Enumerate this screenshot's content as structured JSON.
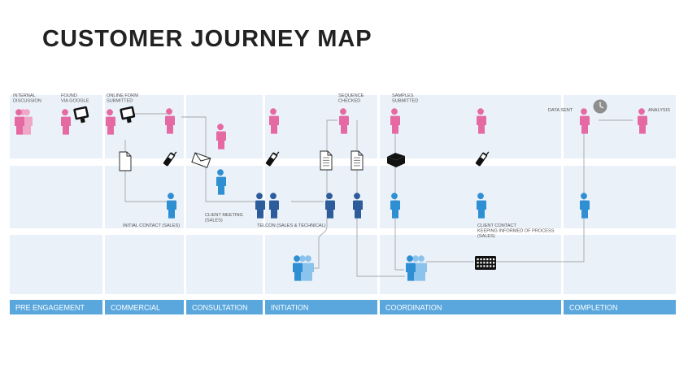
{
  "title": "CUSTOMER JOURNEY MAP",
  "colors": {
    "pink": "#e56aa3",
    "pink_light": "#f0a6c7",
    "blue": "#2e8fd3",
    "blue_dark": "#2c5c9c",
    "blue_light": "#8cc3ec",
    "lane_bg": "#eaf1f9",
    "phase_bar": "#5aa7dd",
    "connector": "#a7a7a7"
  },
  "phases": [
    "PRE ENGAGEMENT",
    "COMMERCIAL",
    "CONSULTATION",
    "INITIATION",
    "COORDINATION",
    "COMPLETION"
  ],
  "labels": {
    "internal_discussion": [
      "INTERNAL",
      "DISCUSSION"
    ],
    "found_via_google": [
      "FOUND",
      "VIA GOOGLE"
    ],
    "online_form": [
      "ONLINE FORM",
      "SUBMITTED"
    ],
    "sequence_checked": [
      "SEQUENCE",
      "CHECKED"
    ],
    "samples_submitted": [
      "SAMPLES",
      "SUBMITTED"
    ],
    "data_sent": "DATA SENT",
    "analysis": "ANALYSIS",
    "initial_contact": "INITIAL CONTACT (SALES)",
    "client_meeting": [
      "CLIENT MEETING",
      "(SALES)"
    ],
    "telcon": "TELCON (SALES & TECHNICAL)",
    "client_contact": [
      "CLIENT CONTACT",
      "KEEPING INFORMED OF PROCESS",
      "(SALES)"
    ]
  },
  "icons": [
    "person-icon",
    "monitor-icon",
    "document-icon",
    "mobile-phone-icon",
    "envelope-icon",
    "sample-box-icon",
    "clock-icon",
    "sequence-plate-icon",
    "group-icon"
  ]
}
